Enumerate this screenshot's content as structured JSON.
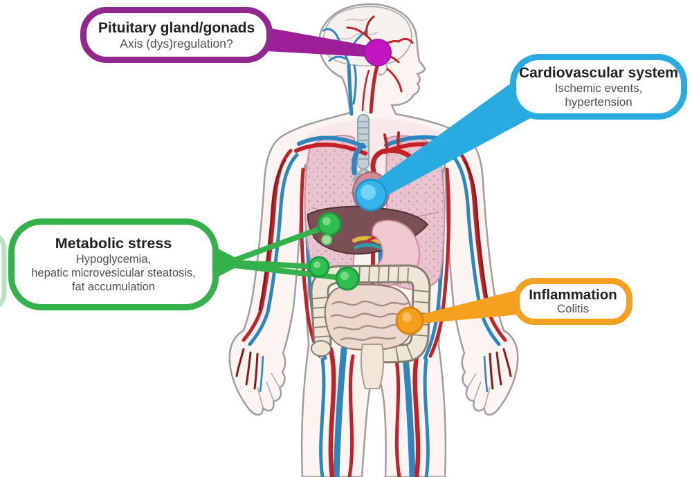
{
  "callouts": {
    "pituitary": {
      "title": "Pituitary gland/gonads",
      "line1": "Axis (dys)regulation?",
      "color": "#92278F"
    },
    "cardiovascular": {
      "title": "Cardiovascular system",
      "line1": "Ischemic events,",
      "line2": "hypertension",
      "color": "#29ABE2"
    },
    "metabolic": {
      "title": "Metabolic stress",
      "line1": "Hypoglycemia,",
      "line2": "hepatic  microvesicular steatosis,",
      "line3": "fat accumulation",
      "color": "#33B14B"
    },
    "inflammation": {
      "title": "Inflammation",
      "line1": "Colitis",
      "color": "#F5A01E"
    }
  },
  "markers": {
    "pituitary_marker": {
      "color": "#C316C3"
    },
    "heart_marker": {
      "color": "#33B5EC"
    },
    "liver_marker": {
      "color": "#2FBE50"
    },
    "liver_small_marker": {
      "color": "#9FE09A"
    },
    "pancreas_marker": {
      "color": "#2FBE50"
    },
    "duodenum_marker": {
      "color": "#2FBE50"
    },
    "colon_marker": {
      "color": "#F59E1B"
    }
  },
  "palette": {
    "artery_red": "#C32127",
    "vein_blue": "#2E86C1",
    "skin": "#FBF4F1",
    "outline_gray": "#9E9E9E",
    "lung_pink": "#E9C4CF",
    "liver_brown": "#7A5055",
    "stomach_pink": "#F0C9D0",
    "intestine_beige": "#EFE6D8"
  }
}
